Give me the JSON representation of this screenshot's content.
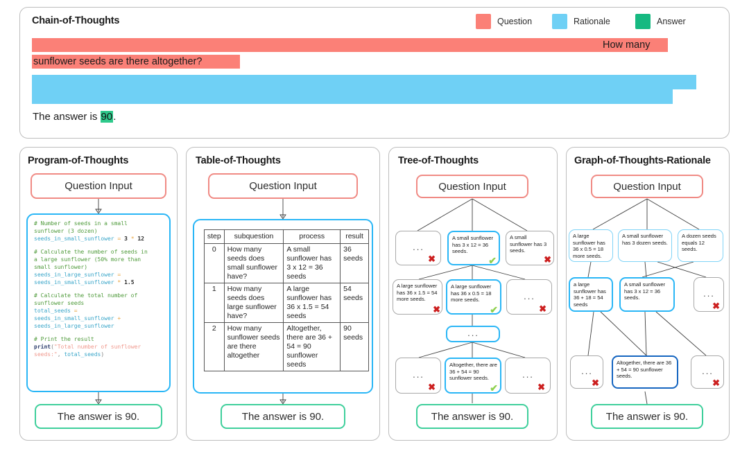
{
  "legend": [
    {
      "label": "Question",
      "color": "#fb8077"
    },
    {
      "label": "Rationale",
      "color": "#6fd0f5"
    },
    {
      "label": "Answer",
      "color": "#16b981"
    }
  ],
  "cot": {
    "title": "Chain-of-Thoughts",
    "question_fragment_1": "How many",
    "question_fragment_2": "sunflower seeds are there altogether?",
    "answer_prefix": "The answer is ",
    "answer_value": "90",
    "answer_suffix": "."
  },
  "pot": {
    "title": "Program-of-Thoughts",
    "question_label": "Question Input",
    "answer_label": "The answer is 90.",
    "code_lines": [
      {
        "t": "cm",
        "s": "# Number of seeds in a small"
      },
      {
        "t": "cm",
        "s": "sunflower (3 dozen)"
      },
      {
        "t": "mix",
        "parts": [
          {
            "t": "vr",
            "s": "seeds_in_small_sunflower "
          },
          {
            "t": "op",
            "s": "= "
          },
          {
            "t": "nm",
            "s": "3 "
          },
          {
            "t": "op",
            "s": "* "
          },
          {
            "t": "nm",
            "s": "12"
          }
        ]
      },
      {
        "t": "blank",
        "s": ""
      },
      {
        "t": "cm",
        "s": "# Calculate the number of seeds in"
      },
      {
        "t": "cm",
        "s": "a large sunflower (50% more than"
      },
      {
        "t": "cm",
        "s": "small sunflower)"
      },
      {
        "t": "mix",
        "parts": [
          {
            "t": "vr",
            "s": "seeds_in_large_sunflower "
          },
          {
            "t": "op",
            "s": "="
          }
        ]
      },
      {
        "t": "mix",
        "parts": [
          {
            "t": "vr",
            "s": "seeds_in_small_sunflower "
          },
          {
            "t": "op",
            "s": "* "
          },
          {
            "t": "nm",
            "s": "1.5"
          }
        ]
      },
      {
        "t": "blank",
        "s": ""
      },
      {
        "t": "cm",
        "s": "# Calculate the total number of"
      },
      {
        "t": "cm",
        "s": "sunflower seeds"
      },
      {
        "t": "mix",
        "parts": [
          {
            "t": "vr",
            "s": "total_seeds "
          },
          {
            "t": "op",
            "s": "="
          }
        ]
      },
      {
        "t": "mix",
        "parts": [
          {
            "t": "vr",
            "s": "seeds_in_small_sunflower "
          },
          {
            "t": "op",
            "s": "+"
          }
        ]
      },
      {
        "t": "vr",
        "s": "seeds_in_large_sunflower"
      },
      {
        "t": "blank",
        "s": ""
      },
      {
        "t": "cm",
        "s": "# Print the result"
      },
      {
        "t": "mix",
        "parts": [
          {
            "t": "kw",
            "s": "print"
          },
          {
            "t": "pn",
            "s": "("
          },
          {
            "t": "st",
            "s": "\"Total number of sunflower"
          }
        ]
      },
      {
        "t": "mix",
        "parts": [
          {
            "t": "st",
            "s": "seeds:\""
          },
          {
            "t": "pn",
            "s": ", "
          },
          {
            "t": "vr",
            "s": "total_seeds"
          },
          {
            "t": "pn",
            "s": ")"
          }
        ]
      }
    ]
  },
  "tot": {
    "title": "Table-of-Thoughts",
    "question_label": "Question Input",
    "answer_label": "The answer is 90.",
    "headers": [
      "step",
      "subquestion",
      "process",
      "result"
    ],
    "rows": [
      [
        "0",
        "How many seeds does small sunflower have?",
        "A small sunflower has 3 x 12 = 36 seeds",
        "36 seeds"
      ],
      [
        "1",
        "How many seeds does large sunflower have?",
        "A large sunflower has 36 x 1.5 = 54 seeds",
        "54 seeds"
      ],
      [
        "2",
        "How many sunflower seeds are there altogether",
        "Altogether, there are 36 + 54 = 90 sunflower seeds",
        "90 seeds"
      ]
    ]
  },
  "tree": {
    "title": "Tree-of-Thoughts",
    "question_label": "Question Input",
    "answer_label": "The answer is 90.",
    "ellipsis": "...",
    "nodes": [
      {
        "id": "t1",
        "text": "...",
        "style": "grey",
        "mark": "x"
      },
      {
        "id": "t2",
        "text": "A small sunflower has 3 x 12 = 36 seeds.",
        "style": "blue",
        "mark": "v"
      },
      {
        "id": "t3",
        "text": "A small sunflower has 3 seeds.",
        "style": "grey",
        "mark": "x"
      },
      {
        "id": "t4",
        "text": "A large sunflower has 36 x 1.5 = 54 more seeds.",
        "style": "grey",
        "mark": "x"
      },
      {
        "id": "t5",
        "text": "A large sunflower has 36 x 0.5 = 18 more seeds.",
        "style": "blue",
        "mark": "v"
      },
      {
        "id": "t6",
        "text": "...",
        "style": "grey",
        "mark": "x"
      },
      {
        "id": "t7",
        "text": "...",
        "style": "blue",
        "mark": ""
      },
      {
        "id": "t8",
        "text": "...",
        "style": "grey",
        "mark": "x"
      },
      {
        "id": "t9",
        "text": "Altogether, there are 36 + 54 = 90 sunflower seeds.",
        "style": "blue",
        "mark": "v"
      },
      {
        "id": "t10",
        "text": "...",
        "style": "grey",
        "mark": "x"
      }
    ]
  },
  "graph": {
    "title": "Graph-of-Thoughts-Rationale",
    "question_label": "Question Input",
    "answer_label": "The answer is 90.",
    "ellipsis": "...",
    "nodes": [
      {
        "id": "g1",
        "text": "A large sunflower has 36 x 0.5 = 18 more seeds.",
        "style": "lblue",
        "mark": ""
      },
      {
        "id": "g2",
        "text": "A small sunflower has 3 dozen seeds.",
        "style": "lblue",
        "mark": ""
      },
      {
        "id": "g3",
        "text": "A dozen seeds equals 12 seeds.",
        "style": "lblue",
        "mark": ""
      },
      {
        "id": "g4",
        "text": "a large sunflower has 36 + 18 = 54 seeds",
        "style": "blue",
        "mark": ""
      },
      {
        "id": "g5",
        "text": "A small sunflower has 3 x 12 = 36 seeds.",
        "style": "blue",
        "mark": ""
      },
      {
        "id": "g6",
        "text": "...",
        "style": "grey",
        "mark": "x"
      },
      {
        "id": "g7",
        "text": "...",
        "style": "grey",
        "mark": "x"
      },
      {
        "id": "g8",
        "text": "Altogether, there are 36 + 54 = 90 sunflower seeds.",
        "style": "dblue",
        "mark": ""
      },
      {
        "id": "g9",
        "text": "...",
        "style": "grey",
        "mark": "x"
      }
    ]
  },
  "icons": {
    "check": "✔",
    "cross": "✖"
  }
}
